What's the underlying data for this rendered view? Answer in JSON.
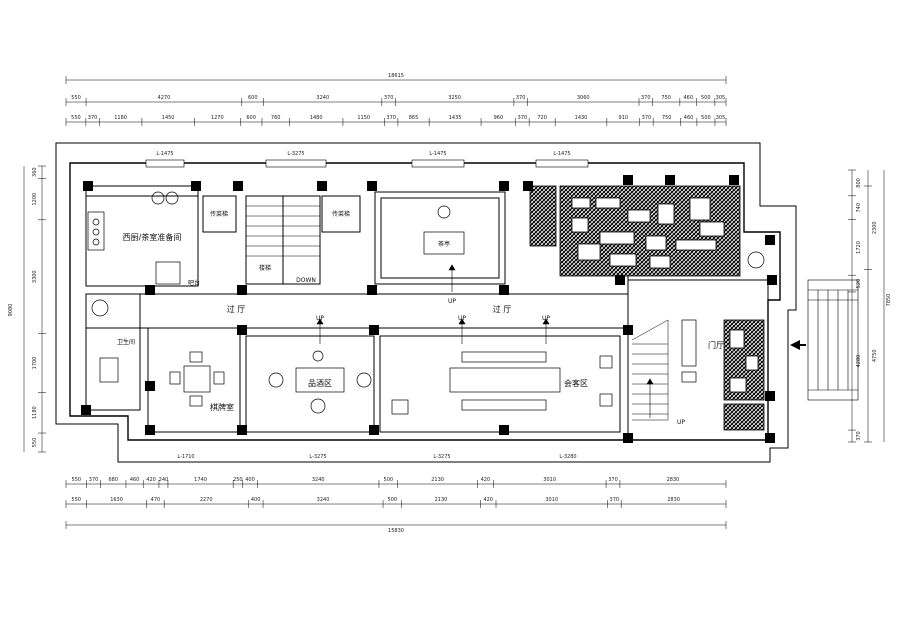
{
  "plan": {
    "overall_top": "18615",
    "overall_bottom": "15830",
    "left_side_total": "9080",
    "right_side_total": "7850",
    "rooms": [
      {
        "key": "kitchen",
        "label": "西厨/茶室准备间"
      },
      {
        "key": "dumbwaiter_left",
        "label": "传菜梯"
      },
      {
        "key": "dumbwaiter_right",
        "label": "传菜梯"
      },
      {
        "key": "stair",
        "label": "楼梯"
      },
      {
        "key": "down",
        "label": "DOWN"
      },
      {
        "key": "corridor_left",
        "label": "过 厅"
      },
      {
        "key": "corridor_right",
        "label": "过 厅"
      },
      {
        "key": "tea",
        "label": "茶亭"
      },
      {
        "key": "toilet",
        "label": "卫生间"
      },
      {
        "key": "chess",
        "label": "棋牌室"
      },
      {
        "key": "wine",
        "label": "品酒区"
      },
      {
        "key": "reception",
        "label": "会客区"
      },
      {
        "key": "foyer",
        "label": "门厅"
      },
      {
        "key": "bar",
        "label": "吧台"
      }
    ],
    "up_marks": [
      "UP",
      "UP",
      "UP",
      "UP",
      "UP"
    ],
    "dims_top_row1": [
      "550",
      "4270",
      "600",
      "3240",
      "370",
      "3250",
      "370",
      "3060",
      "370",
      "750",
      "460",
      "500",
      "305"
    ],
    "dims_top_row2": [
      "550",
      "370",
      "1180",
      "1450",
      "1270",
      "600",
      "760",
      "1480",
      "1150",
      "370",
      "865",
      "1435",
      "960",
      "370",
      "720",
      "1430",
      "910",
      "370",
      "750",
      "460",
      "500",
      "305"
    ],
    "dims_bottom_row1": [
      "550",
      "370",
      "680",
      "460",
      "420",
      "240",
      "1740",
      "250",
      "400",
      "3240",
      "500",
      "2130",
      "420",
      "3010",
      "370",
      "2830"
    ],
    "dims_bottom_row2": [
      "550",
      "1630",
      "470",
      "2270",
      "400",
      "3240",
      "500",
      "2130",
      "420",
      "3010",
      "370",
      "2830"
    ],
    "dims_left": [
      "360",
      "1200",
      "3300",
      "1700",
      "1180",
      "550"
    ],
    "dims_left_total": "9080",
    "dims_right_outer": [
      "800",
      "740",
      "1720",
      "520",
      "4280",
      "370"
    ],
    "dims_right_inner": [
      "2300",
      "4750"
    ],
    "dims_right_total": "7850",
    "window_tags": [
      "L-1475",
      "L-3275",
      "L-1475",
      "L-1475"
    ],
    "door_tags": [
      "L-1710",
      "L-3275",
      "L-3275",
      "L-3280"
    ]
  }
}
